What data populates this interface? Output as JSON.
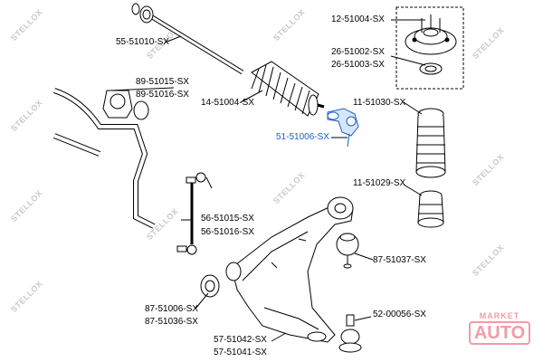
{
  "watermark_text": "STELLOX",
  "labels": {
    "p55_51010": "55-51010-SX",
    "p12_51004": "12-51004-SX",
    "p26_51002": "26-51002-SX",
    "p26_51003": "26-51003-SX",
    "p89_51015": "89-51015-SX",
    "p89_51016": "89-51016-SX",
    "p14_51004": "14-51004-SX",
    "p11_51030": "11-51030-SX",
    "p51_51006": "51-51006-SX",
    "p11_51029": "11-51029-SX",
    "p56_51015": "56-51015-SX",
    "p56_51016": "56-51016-SX",
    "p87_51037": "87-51037-SX",
    "p87_51006": "87-51006-SX",
    "p87_51036": "87-51036-SX",
    "p52_00056": "52-00056-SX",
    "p57_51042": "57-51042-SX",
    "p57_51041": "57-51041-SX"
  },
  "logo": {
    "line1": "MARKET",
    "line2": "AUTO"
  },
  "colors": {
    "highlight_label": "#1a5fc4",
    "watermark": "#c9c9c9",
    "logo": "#f09ca4",
    "line": "#000000"
  }
}
